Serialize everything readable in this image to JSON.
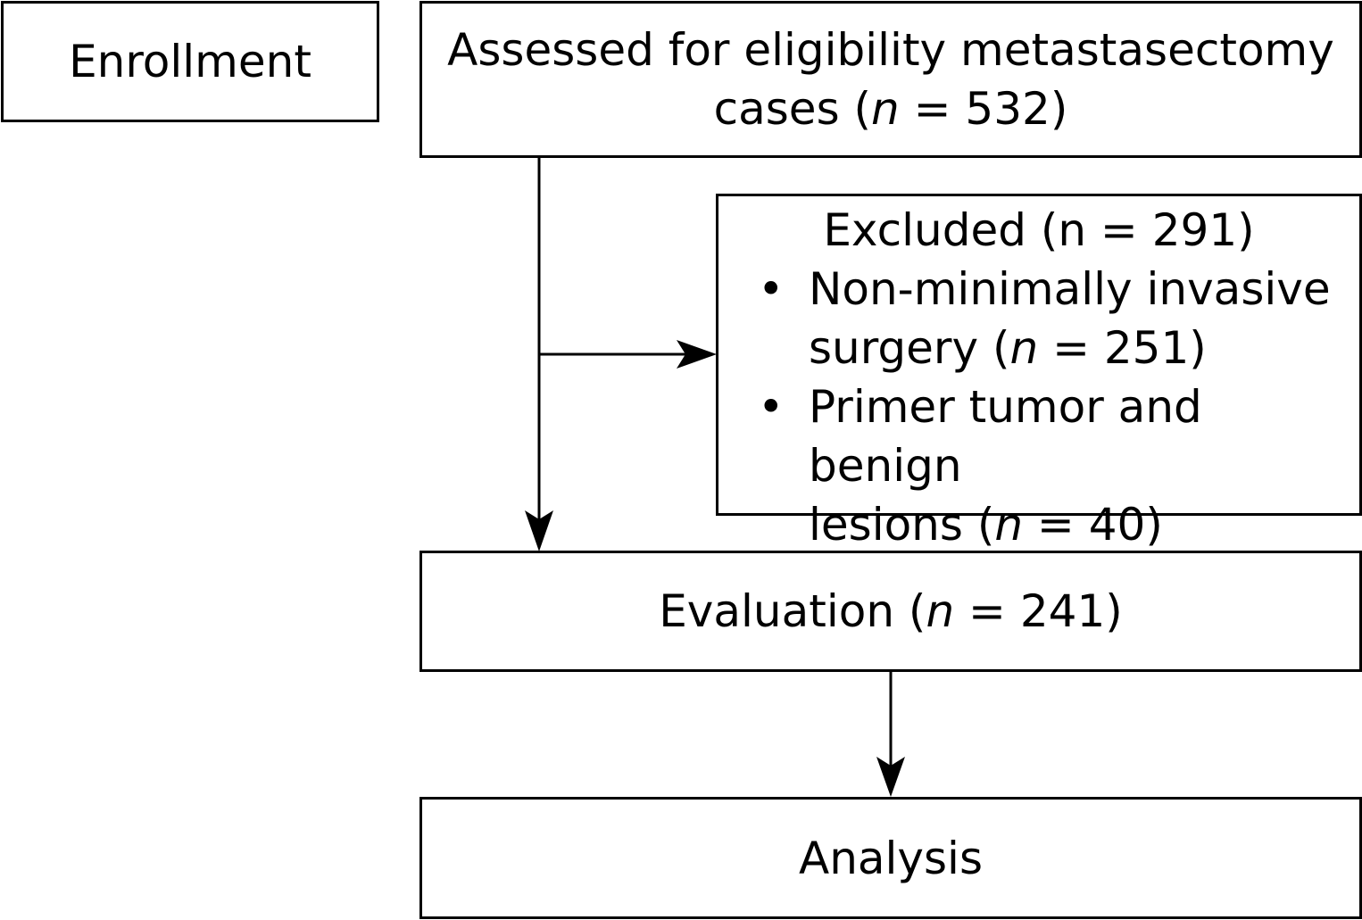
{
  "flowchart": {
    "enrollment": {
      "label": "Enrollment"
    },
    "assessed": {
      "line1": "Assessed for eligibility metastasectomy",
      "line2_pre": "cases (",
      "line2_var": "n",
      "line2_post": " = 532)"
    },
    "excluded": {
      "title": "Excluded (n = 291)",
      "items": [
        {
          "bullet": "•",
          "line1": "Non-minimally invasive",
          "line2_pre": "surgery (",
          "line2_var": "n",
          "line2_post": " = 251)"
        },
        {
          "bullet": "•",
          "line1": "Primer tumor and benign",
          "line2_pre": "lesions (",
          "line2_var": "n",
          "line2_post": " = 40)"
        }
      ]
    },
    "evaluation": {
      "pre": "Evaluation (",
      "var": "n",
      "post": " = 241)"
    },
    "analysis": {
      "label": "Analysis"
    }
  },
  "style": {
    "line_color": "#000000",
    "background": "#ffffff"
  }
}
